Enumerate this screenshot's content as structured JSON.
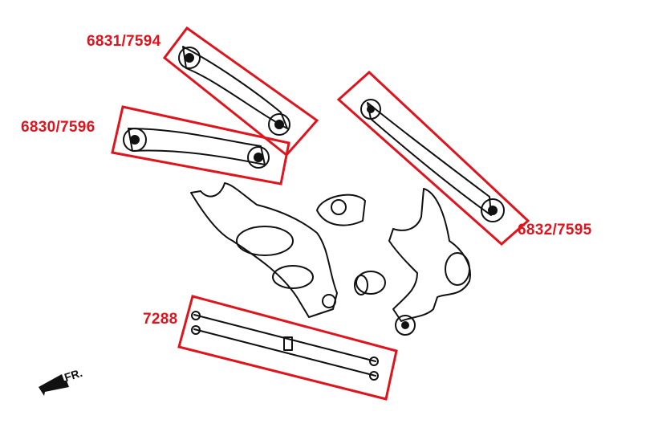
{
  "labels": {
    "upper_arm": "6831/7594",
    "toe_arm": "6830/7596",
    "trailing_arm": "6832/7595",
    "brace": "7288"
  },
  "direction": "FR.",
  "colors": {
    "highlight": "#e0141c",
    "line": "#111111"
  }
}
